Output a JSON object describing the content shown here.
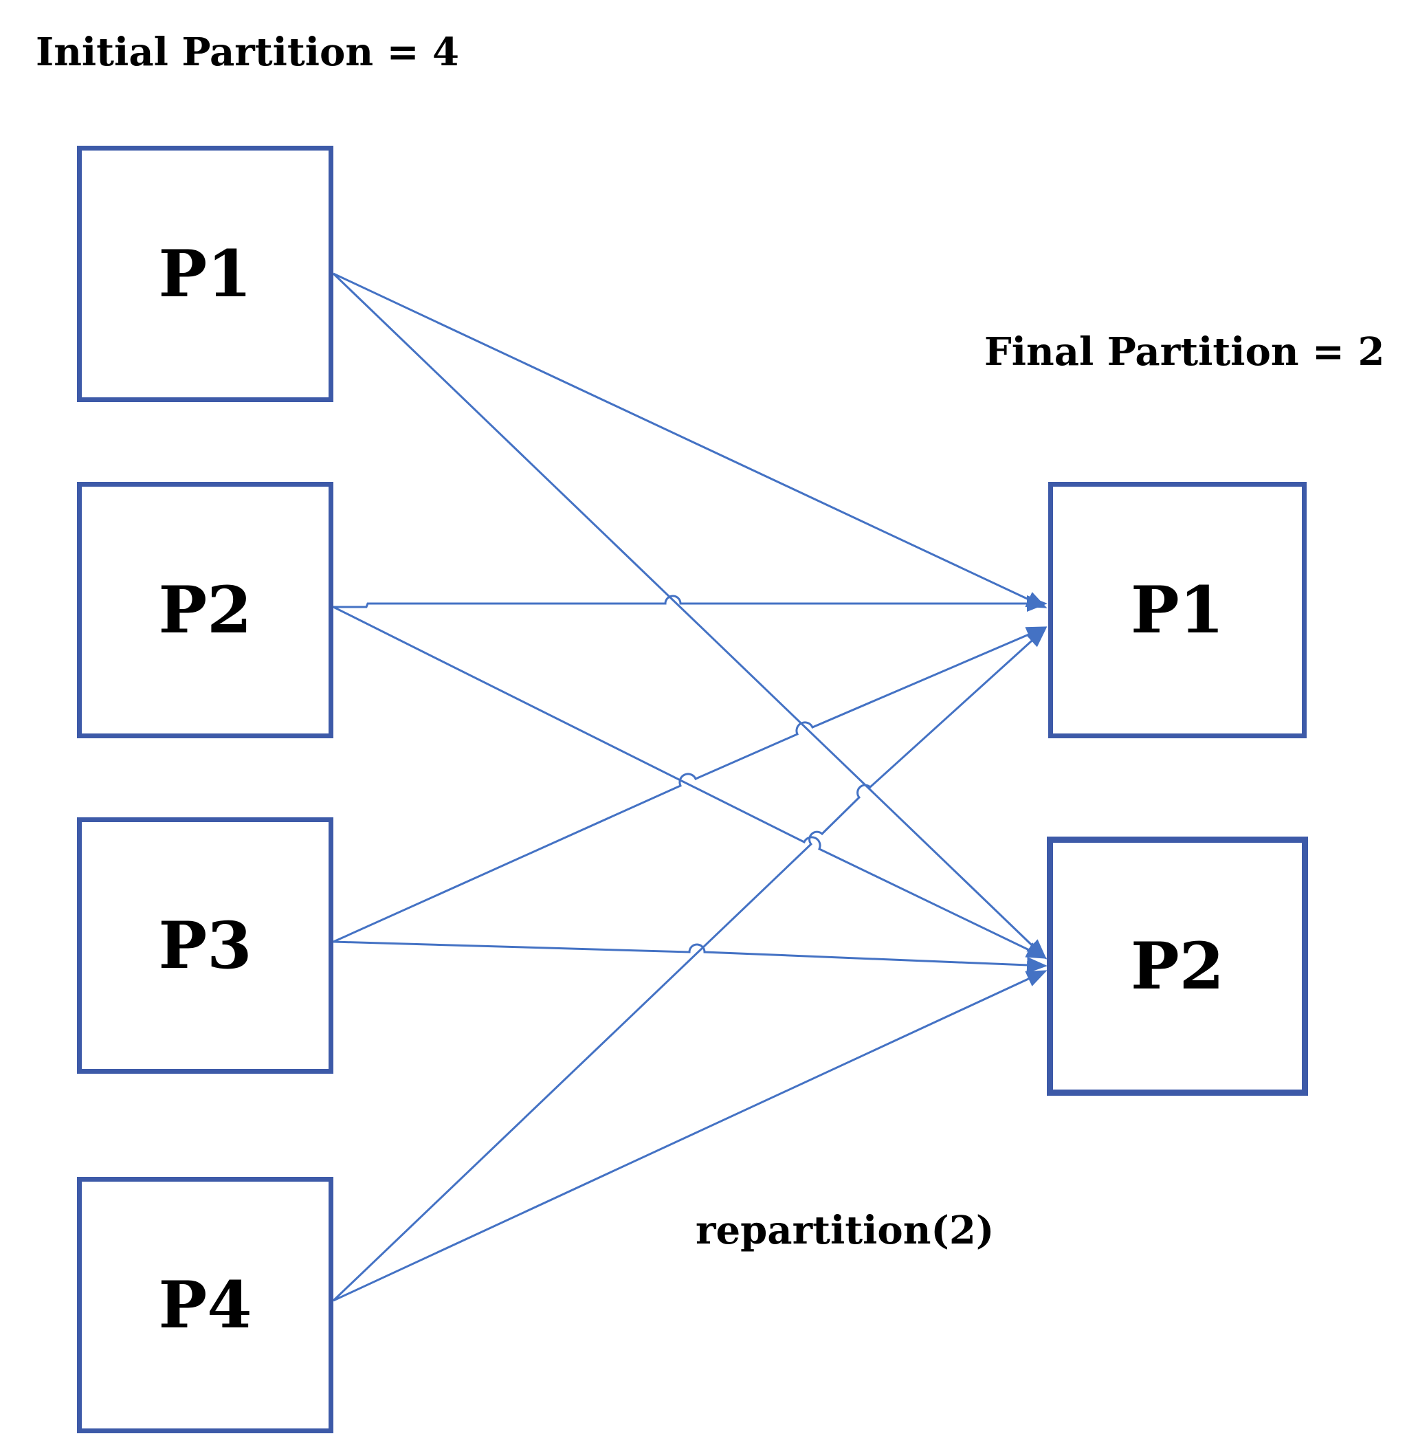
{
  "initial_title": "Initial Partition = 4",
  "final_title": "Final Partition = 2",
  "operation": "repartition(2)",
  "source_partitions": [
    "P1",
    "P2",
    "P3",
    "P4"
  ],
  "target_partitions": [
    "P1",
    "P2"
  ],
  "arrows": [
    {
      "from": "P1",
      "to": "P1"
    },
    {
      "from": "P1",
      "to": "P2"
    },
    {
      "from": "P2",
      "to": "P1"
    },
    {
      "from": "P2",
      "to": "P2"
    },
    {
      "from": "P3",
      "to": "P1"
    },
    {
      "from": "P3",
      "to": "P2"
    },
    {
      "from": "P4",
      "to": "P1"
    },
    {
      "from": "P4",
      "to": "P2"
    }
  ],
  "colors": {
    "box_border": "#3d5aa8",
    "arrow": "#4472c4",
    "text": "#000000"
  }
}
